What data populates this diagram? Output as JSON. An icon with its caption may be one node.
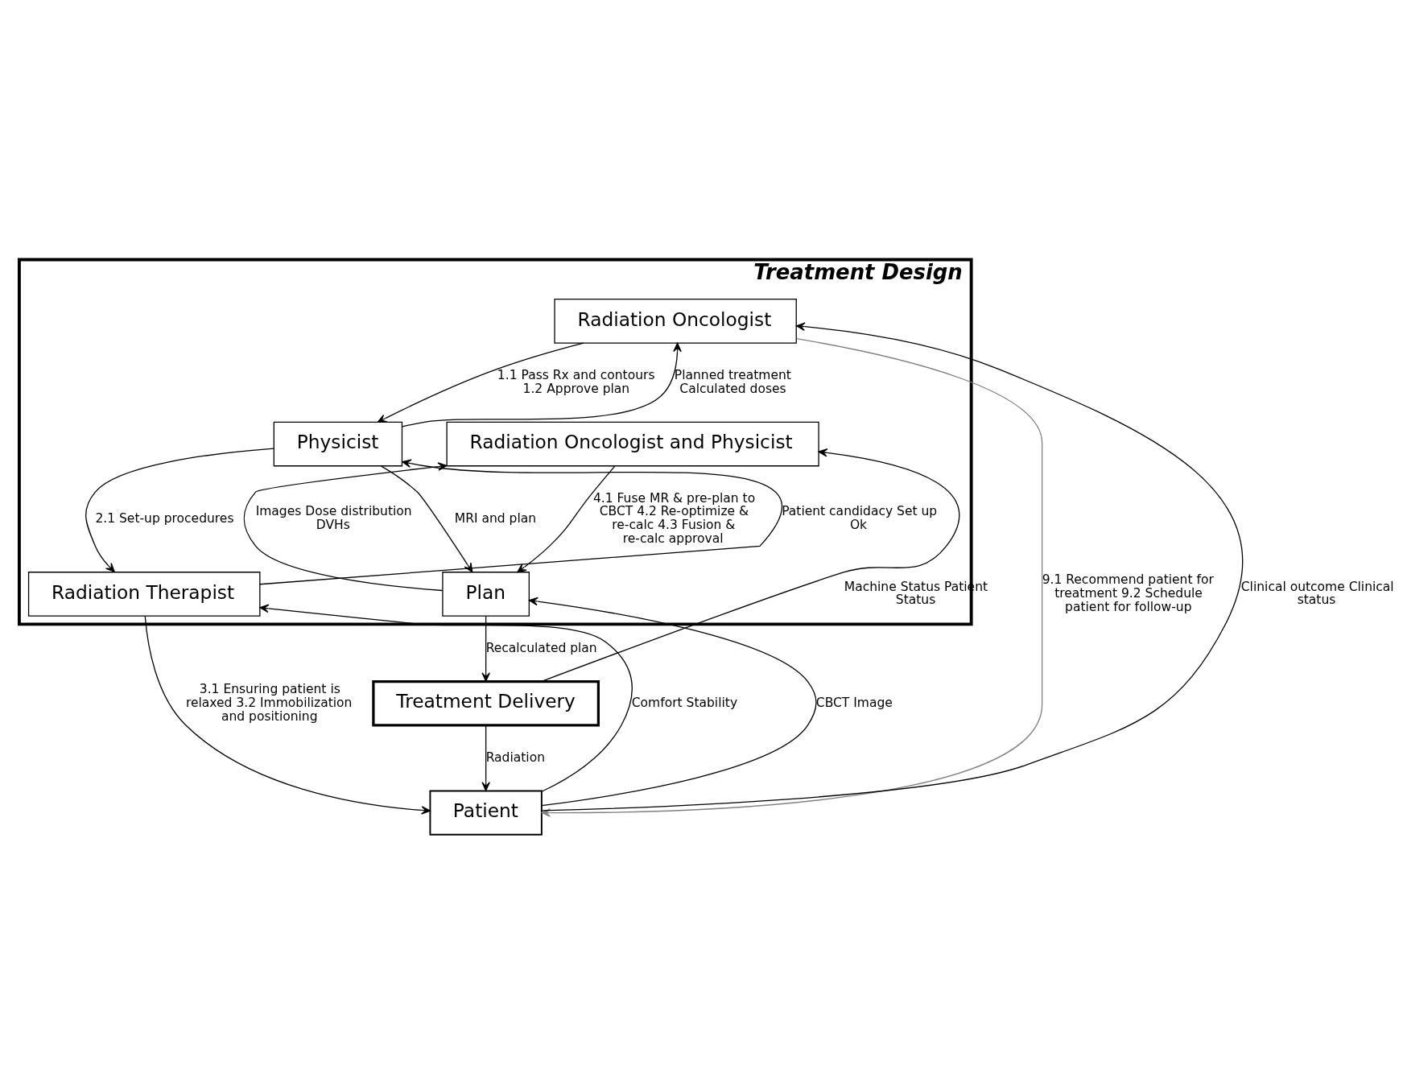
{
  "diagram": {
    "nodes": [
      {
        "text": [
          "Treatment Design"
        ]
      },
      {
        "text": [
          "Radiation Oncologist"
        ],
        "in": 0
      },
      {
        "text": [
          "Physicist"
        ],
        "in": 0
      },
      {
        "text": [
          "Radiation Therapist"
        ],
        "in": 0
      },
      {
        "text": [
          "Radiation Oncologist and Physicist"
        ],
        "in": 0
      },
      {
        "text": [
          "Plan"
        ],
        "in": 0
      },
      {
        "text": [
          "Treatment Delivery"
        ]
      },
      {
        "text": [
          "Patient"
        ]
      }
    ],
    "edges": [
      {
        "from": 1,
        "to": 7,
        "arrow": "to",
        "label": "9.1 Recommend patient for treatment 9.2 Schedule patient for follow-up",
        "color": "#808080"
      },
      {
        "from": 1,
        "to": 2,
        "arrow": "to",
        "label": "1.1 Pass Rx and contours 1.2 Approve plan"
      },
      {
        "from": 2,
        "to": 1,
        "arrow": "to",
        "label": "Planned treatment Calculated doses"
      },
      {
        "from": 7,
        "to": 1,
        "arrow": "to",
        "label": "Clinical outcome Clinical status"
      },
      {
        "from": 2,
        "to": 3,
        "arrow": "to",
        "label": "2.1 Set-up procedures"
      },
      {
        "from": 3,
        "to": 2,
        "arrow": "to",
        "label": "Patient candidacy Set up Ok"
      },
      {
        "from": 2,
        "to": 5,
        "arrow": "to",
        "label": "MRI and plan"
      },
      {
        "from": 4,
        "to": 5,
        "arrow": "to",
        "label": "4.1 Fuse MR & pre-plan to CBCT 4.2 Re-optimize & re-calc 4.3 Fusion & re-calc approval"
      },
      {
        "from": 5,
        "to": 4,
        "arrow": "to",
        "label": "Images Dose distribution DVHs"
      },
      {
        "from": 6,
        "to": 4,
        "arrow": "to",
        "label": "Machine Status Patient Status"
      },
      {
        "from": 5,
        "to": 6,
        "arrow": "to",
        "label": "Recalculated plan"
      },
      {
        "from": 7,
        "to": 5,
        "arrow": "to",
        "label": "CBCT Image"
      },
      {
        "from": 3,
        "to": 7,
        "arrow": "to",
        "label": "3.1 Ensuring patient is relaxed 3.2 Immobilization and positioning"
      },
      {
        "from": 7,
        "to": 3,
        "arrow": "to",
        "label": "Comfort Stability"
      },
      {
        "from": 6,
        "to": 7,
        "arrow": "to",
        "label": "Radiation"
      }
    ]
  }
}
